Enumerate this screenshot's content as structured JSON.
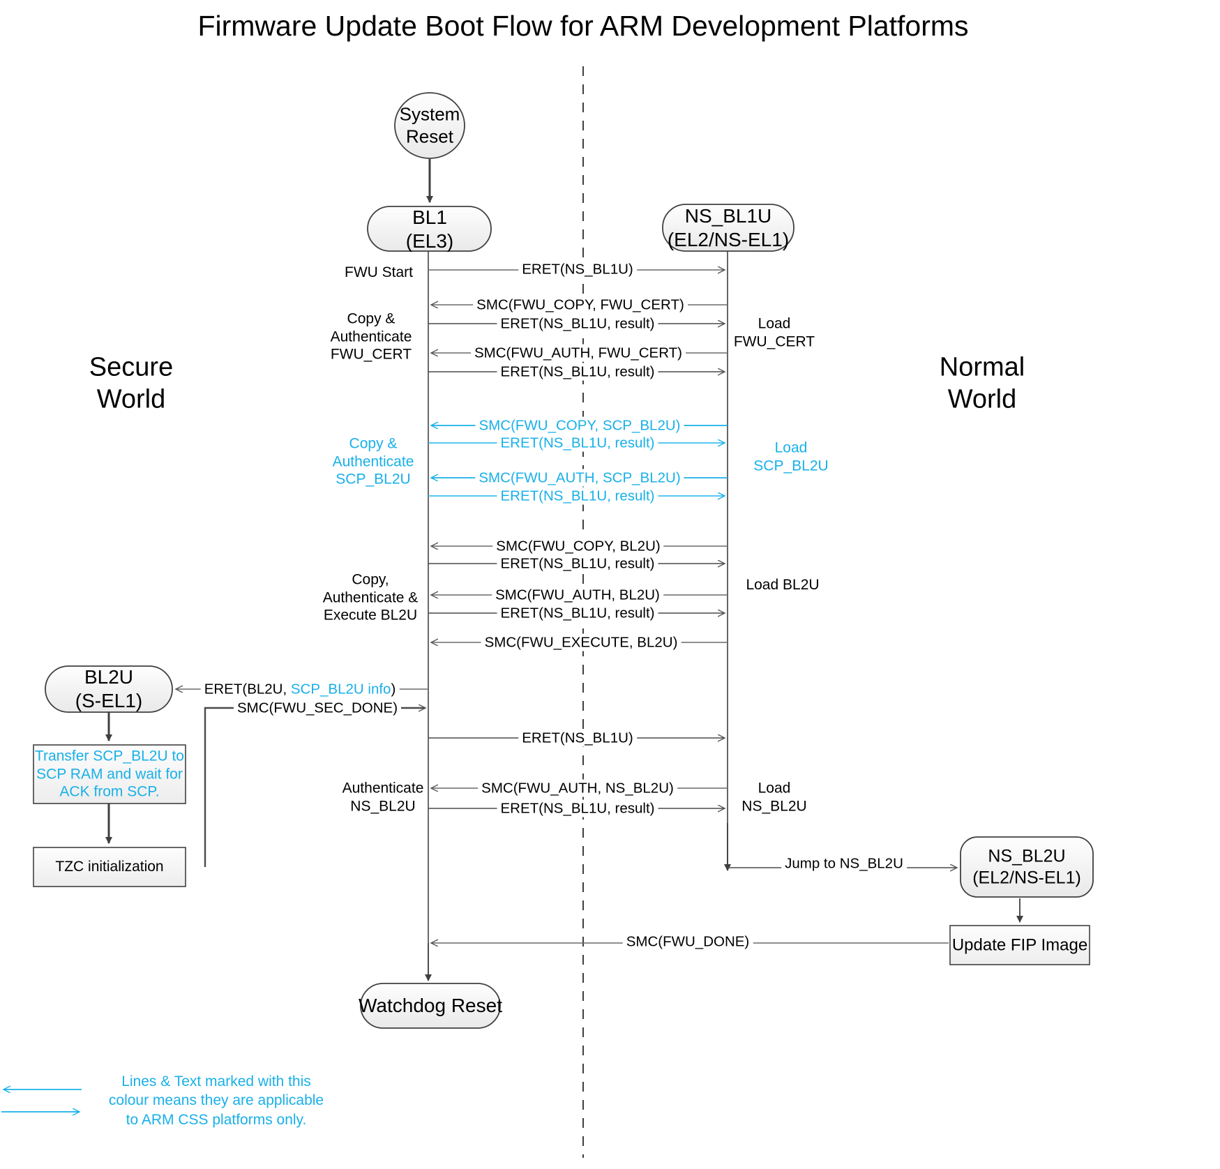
{
  "title": "Firmware Update Boot Flow for ARM Development Platforms",
  "worlds": {
    "secure": "Secure\nWorld",
    "normal": "Normal\nWorld"
  },
  "nodes": {
    "system_reset": "System\nReset",
    "bl1": "BL1\n(EL3)",
    "ns_bl1u": "NS_BL1U\n(EL2/NS-EL1)",
    "bl2u": "BL2U\n(S-EL1)",
    "ns_bl2u": "NS_BL2U\n(EL2/NS-EL1)",
    "transfer_scp": "Transfer SCP_BL2U to\nSCP RAM and wait for\nACK from SCP.",
    "tzc_init": "TZC initialization",
    "update_fip": "Update FIP Image",
    "watchdog_reset": "Watchdog Reset"
  },
  "messages": [
    {
      "id": "m1",
      "text": "ERET(NS_BL1U)",
      "color": "black"
    },
    {
      "id": "m2",
      "text": "SMC(FWU_COPY, FWU_CERT)",
      "color": "black"
    },
    {
      "id": "m3",
      "text": "ERET(NS_BL1U, result)",
      "color": "black"
    },
    {
      "id": "m4",
      "text": "SMC(FWU_AUTH, FWU_CERT)",
      "color": "black"
    },
    {
      "id": "m5",
      "text": "ERET(NS_BL1U, result)",
      "color": "black"
    },
    {
      "id": "m6",
      "text": "SMC(FWU_COPY, SCP_BL2U)",
      "color": "cyan"
    },
    {
      "id": "m7",
      "text": "ERET(NS_BL1U, result)",
      "color": "cyan"
    },
    {
      "id": "m8",
      "text": "SMC(FWU_AUTH, SCP_BL2U)",
      "color": "cyan"
    },
    {
      "id": "m9",
      "text": "ERET(NS_BL1U, result)",
      "color": "cyan"
    },
    {
      "id": "m10",
      "text": "SMC(FWU_COPY, BL2U)",
      "color": "black"
    },
    {
      "id": "m11",
      "text": "ERET(NS_BL1U, result)",
      "color": "black"
    },
    {
      "id": "m12",
      "text": "SMC(FWU_AUTH, BL2U)",
      "color": "black"
    },
    {
      "id": "m13",
      "text": "ERET(NS_BL1U, result)",
      "color": "black"
    },
    {
      "id": "m14",
      "text": "SMC(FWU_EXECUTE, BL2U)",
      "color": "black"
    },
    {
      "id": "m15",
      "text": "ERET(BL2U, SCP_BL2U info)",
      "color": "mixed",
      "prefix": "ERET(BL2U, ",
      "highlight": "SCP_BL2U info",
      "suffix": ")"
    },
    {
      "id": "m16",
      "text": "SMC(FWU_SEC_DONE)",
      "color": "black"
    },
    {
      "id": "m17",
      "text": "ERET(NS_BL1U)",
      "color": "black"
    },
    {
      "id": "m18",
      "text": "SMC(FWU_AUTH, NS_BL2U)",
      "color": "black"
    },
    {
      "id": "m19",
      "text": "ERET(NS_BL1U, result)",
      "color": "black"
    },
    {
      "id": "m20",
      "text": "Jump to NS_BL2U",
      "color": "black"
    },
    {
      "id": "m21",
      "text": "SMC(FWU_DONE)",
      "color": "black"
    }
  ],
  "side_labels": {
    "fwu_start": "FWU Start",
    "copy_auth_fwu_cert": "Copy &\nAuthenticate\nFWU_CERT",
    "load_fwu_cert": "Load\nFWU_CERT",
    "copy_auth_scp_bl2u": "Copy &\nAuthenticate\nSCP_BL2U",
    "load_scp_bl2u": "Load\nSCP_BL2U",
    "copy_auth_exec_bl2u": "Copy,\nAuthenticate &\nExecute BL2U",
    "load_bl2u": "Load BL2U",
    "authenticate_ns_bl2u": "Authenticate\nNS_BL2U",
    "load_ns_bl2u": "Load\nNS_BL2U"
  },
  "legend": {
    "text": "Lines & Text marked with this\ncolour means they are applicable\nto ARM CSS platforms only."
  },
  "colors": {
    "accent_cyan": "#19b0e8",
    "line_black": "#3f3f3f",
    "node_fill_top": "#fdfdfd",
    "node_fill_bottom": "#ededed",
    "node_stroke": "#404040"
  }
}
